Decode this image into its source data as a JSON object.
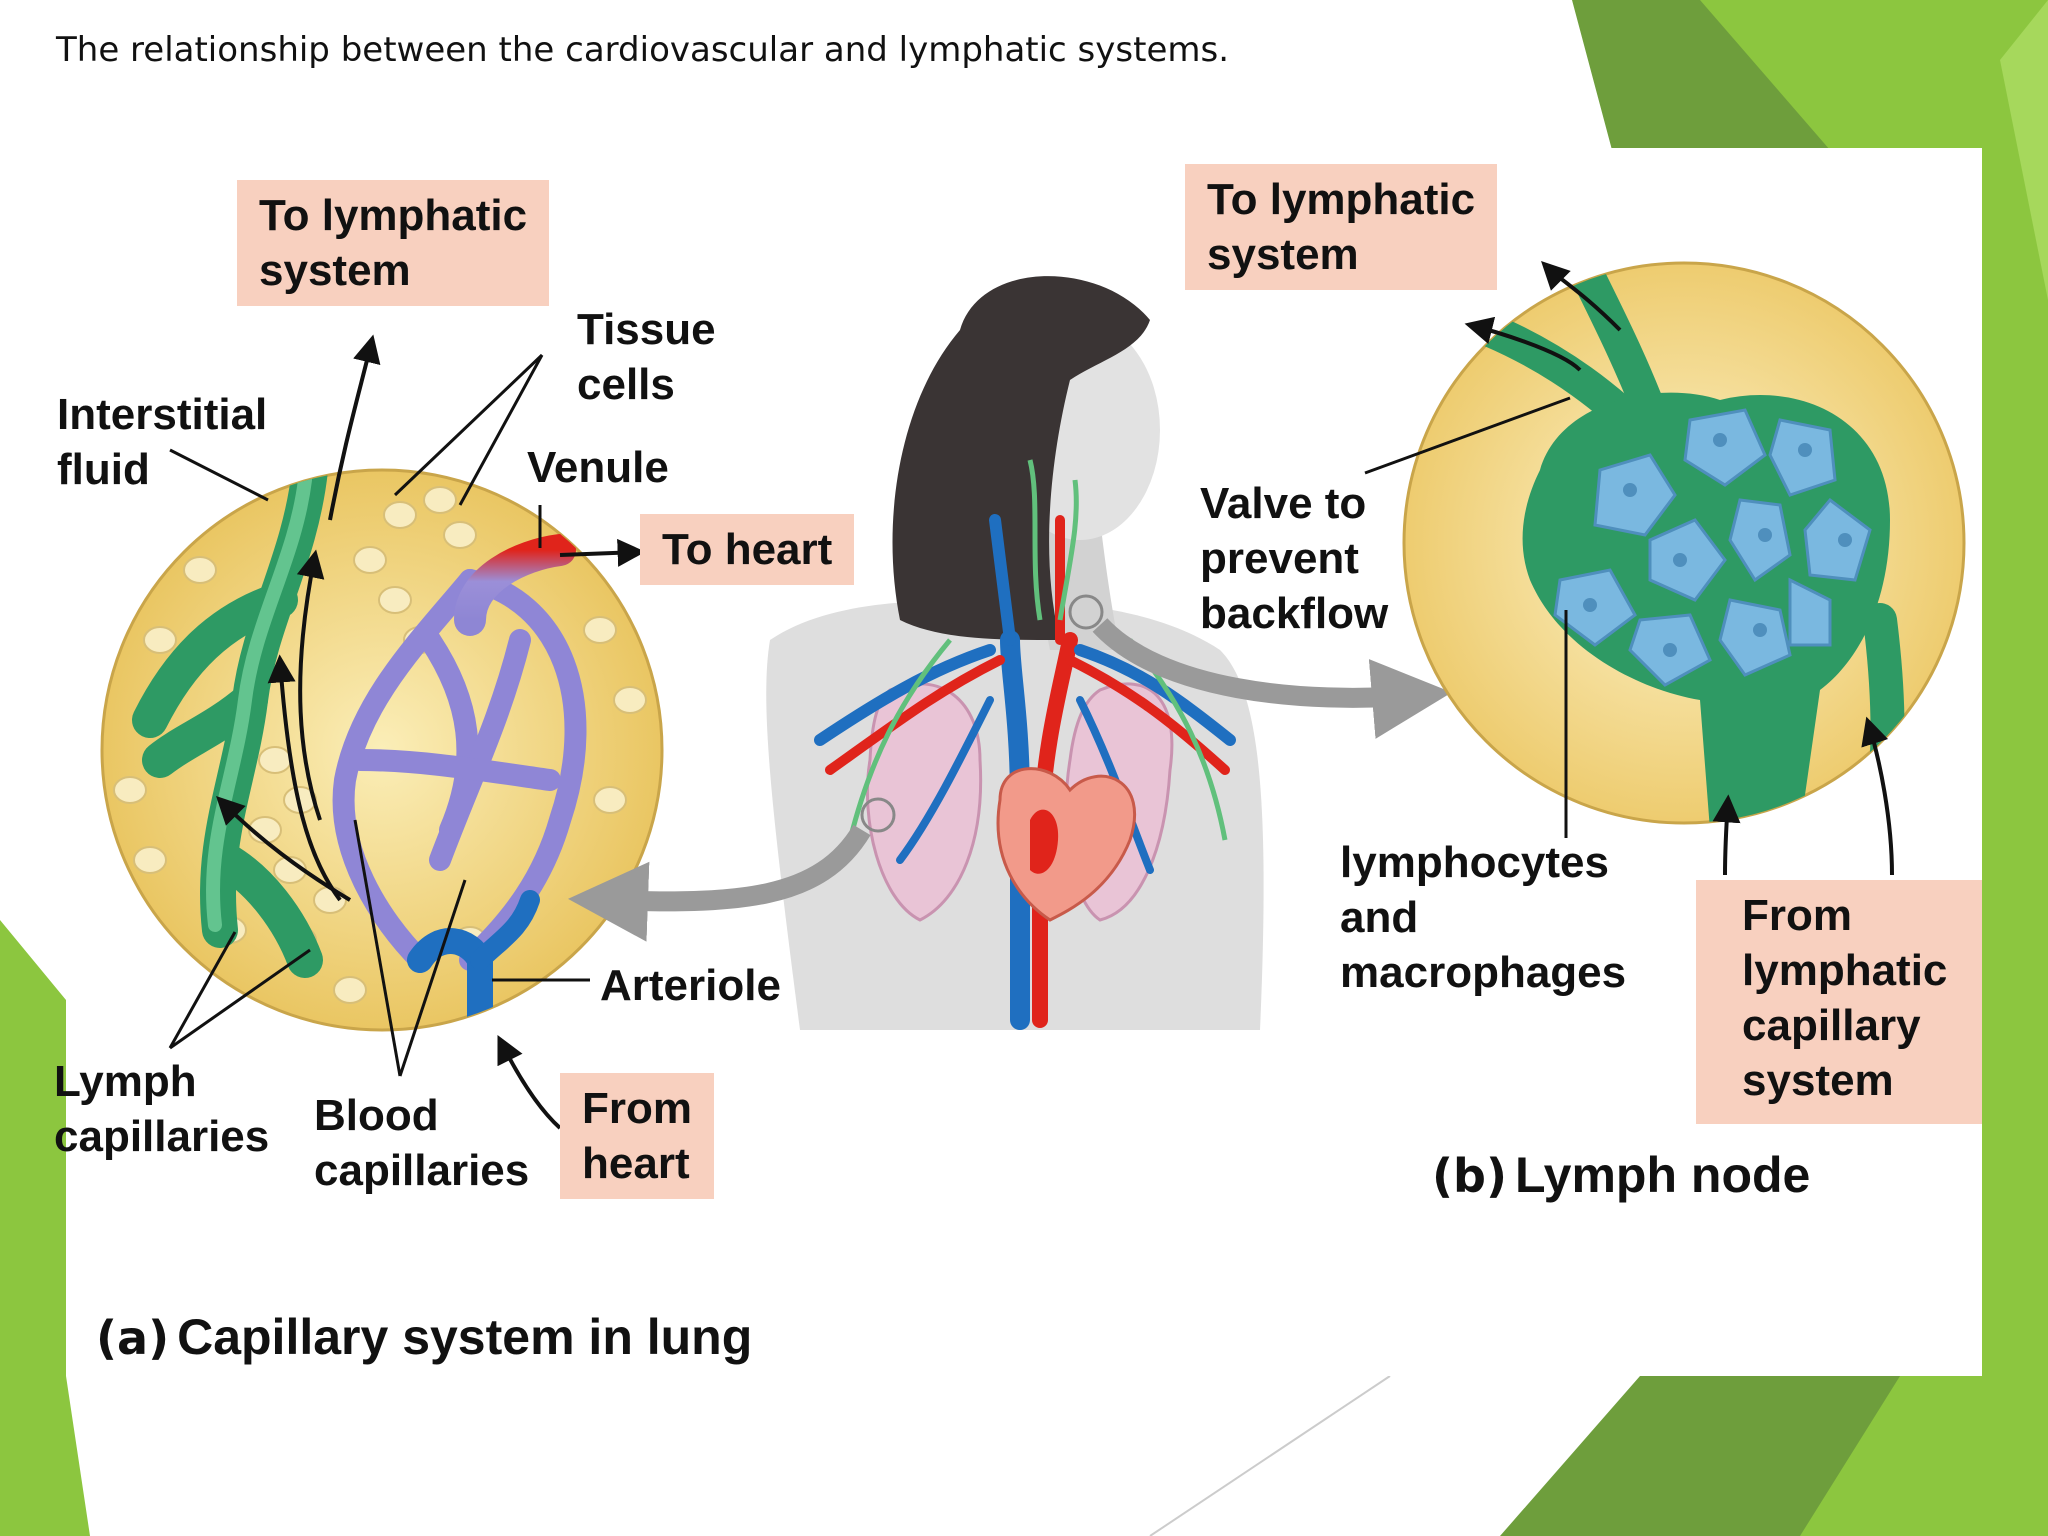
{
  "title": "The relationship between the cardiovascular and lymphatic systems.",
  "colors": {
    "accent_green": "#8cc63f",
    "label_box": "#f8d0bf",
    "artery_red": "#e0241b",
    "vein_blue": "#1f6fc0",
    "capillary_purple": "#9b8fd8",
    "lymph_green": "#3fae74",
    "node_cells": "#7ab8e0",
    "tissue_yellow": "#f3d98a"
  },
  "panel_a": {
    "letter": "(a)",
    "caption": "Capillary system in lung",
    "labels": {
      "to_lymphatic": "To lymphatic\nsystem",
      "interstitial_fluid": "Interstitial\nfluid",
      "tissue_cells": "Tissue\ncells",
      "venule": "Venule",
      "to_heart": "To heart",
      "arteriole": "Arteriole",
      "lymph_capillaries": "Lymph\ncapillaries",
      "blood_capillaries": "Blood\ncapillaries",
      "from_heart": "From\nheart"
    }
  },
  "panel_b": {
    "letter": "(b)",
    "caption": "Lymph node",
    "labels": {
      "to_lymphatic": "To lymphatic\nsystem",
      "valve": "Valve to\nprevent\nbackflow",
      "lymphocytes": "lymphocytes\nand\nmacrophages",
      "from_lymphatic": "From\nlymphatic\ncapillary\nsystem"
    }
  }
}
